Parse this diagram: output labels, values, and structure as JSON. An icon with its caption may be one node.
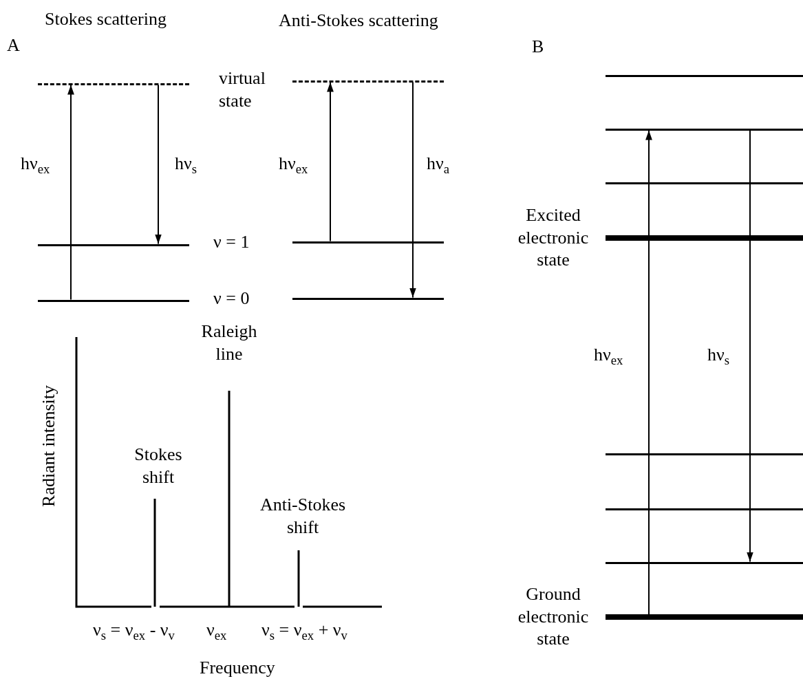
{
  "diagram": {
    "nodes": [
      {
        "text": [],
        "shape": "bar"
      },
      {
        "text": [],
        "shape": "bar"
      },
      {
        "text": [],
        "shape": "bar"
      },
      {
        "text": [],
        "shape": "bar"
      },
      {
        "text": [],
        "shape": "bar"
      },
      {
        "text": [],
        "shape": "bar"
      },
      {
        "text": [],
        "shape": "bar"
      },
      {
        "text": [],
        "shape": "bar"
      },
      {
        "text": [],
        "shape": "bar"
      },
      {
        "text": [],
        "shape": "bar",
        "beside": [
          "Excited electronic state"
        ]
      },
      {
        "text": [],
        "shape": "bar"
      },
      {
        "text": [],
        "shape": "bar"
      },
      {
        "text": [],
        "shape": "bar"
      },
      {
        "text": [],
        "shape": "bar",
        "beside": [
          "Ground electronic state"
        ]
      }
    ],
    "edges": [
      {
        "from": 2,
        "to": 0,
        "arrow": "to",
        "label": "hν$_{ex}$"
      },
      {
        "from": 0,
        "to": 1,
        "arrow": "to",
        "label": "hν$_{s}$"
      },
      {
        "from": 4,
        "to": 3,
        "arrow": "to",
        "label": "hν$_{ex}$"
      },
      {
        "from": 3,
        "to": 5,
        "arrow": "to",
        "label": "hν$_{a}$"
      },
      {
        "from": 13,
        "to": 7,
        "arrow": "to",
        "label": "hν$_{ex}$"
      },
      {
        "from": 7,
        "to": 12,
        "arrow": "to",
        "label": "hν$_{s}$"
      }
    ],
    "labels": [
      "Stokes scattering",
      "Anti-Stokes scattering",
      "A",
      "B",
      "virtual state",
      "ν = 1",
      "ν = 0",
      "Raleigh line",
      "Radiant intensity",
      "Stokes shift",
      "Anti-Stokes shift",
      "ν$_{s}$ = ν$_{ex}$ - ν$_{v}$",
      "ν$_{ex}$",
      "ν$_{s}$ = ν$_{ex}$ + ν$_{v}$",
      "Frequency"
    ]
  }
}
